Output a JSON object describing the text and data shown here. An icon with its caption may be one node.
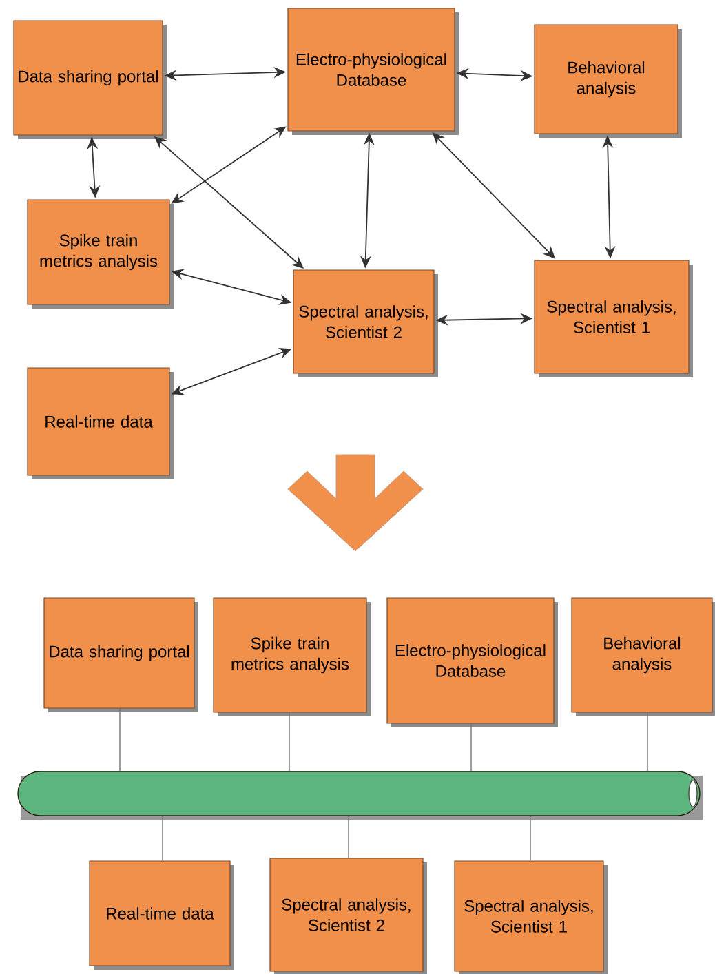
{
  "diagram": {
    "nodes": [
      {
        "text": [
          "Data sharing portal"
        ]
      },
      {
        "text": [
          "Electro-physiological Database"
        ]
      },
      {
        "text": [
          "Behavioral analysis"
        ]
      },
      {
        "text": [
          "Spike train metrics analysis"
        ]
      },
      {
        "text": [
          "Spectral analysis, Scientist 2"
        ]
      },
      {
        "text": [
          "Spectral analysis, Scientist 1"
        ]
      },
      {
        "text": [
          "Real-time data"
        ]
      },
      {
        "text": [],
        "shape": "cylinder"
      },
      {
        "text": [
          "Data sharing portal"
        ]
      },
      {
        "text": [
          "Spike train metrics analysis"
        ]
      },
      {
        "text": [
          "Electro-physiological Database"
        ]
      },
      {
        "text": [
          "Behavioral analysis"
        ]
      },
      {
        "text": [
          "Real-time data"
        ]
      },
      {
        "text": [
          "Spectral analysis, Scientist 2"
        ]
      },
      {
        "text": [
          "Spectral analysis, Scientist 1"
        ]
      }
    ],
    "edges": [
      {
        "from": 0,
        "to": 1,
        "arrow": "both"
      },
      {
        "from": 1,
        "to": 2,
        "arrow": "both"
      },
      {
        "from": 0,
        "to": 3,
        "arrow": "both"
      },
      {
        "from": 1,
        "to": 3,
        "arrow": "both"
      },
      {
        "from": 0,
        "to": 4,
        "arrow": "both"
      },
      {
        "from": 1,
        "to": 4,
        "arrow": "both"
      },
      {
        "from": 1,
        "to": 5,
        "arrow": "both"
      },
      {
        "from": 2,
        "to": 5,
        "arrow": "both"
      },
      {
        "from": 3,
        "to": 4,
        "arrow": "both"
      },
      {
        "from": 4,
        "to": 5,
        "arrow": "both"
      },
      {
        "from": 6,
        "to": 4,
        "arrow": "both"
      },
      {
        "from": 8,
        "to": 7,
        "arrow": "none"
      },
      {
        "from": 9,
        "to": 7,
        "arrow": "none"
      },
      {
        "from": 10,
        "to": 7,
        "arrow": "none"
      },
      {
        "from": 11,
        "to": 7,
        "arrow": "none"
      },
      {
        "from": 12,
        "to": 7,
        "arrow": "none"
      },
      {
        "from": 13,
        "to": 7,
        "arrow": "none"
      },
      {
        "from": 14,
        "to": 7,
        "arrow": "none"
      }
    ]
  }
}
